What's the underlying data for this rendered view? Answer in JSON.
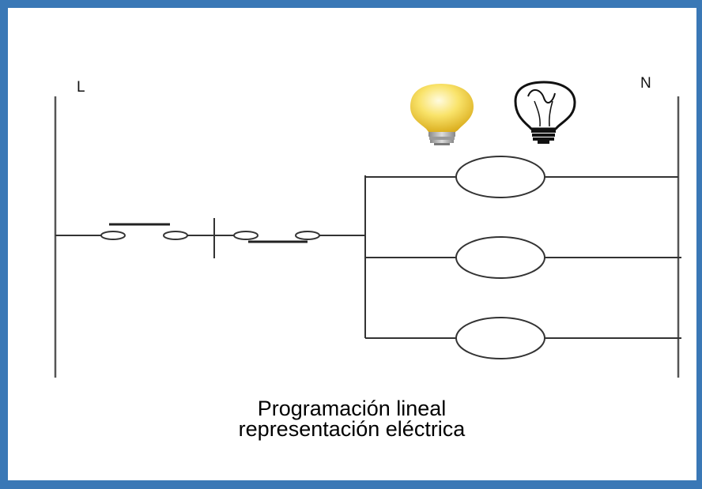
{
  "diagram": {
    "rail_left_label": "L",
    "rail_right_label": "N",
    "caption_line1": "Programación lineal",
    "caption_line2": "representación eléctrica",
    "icons": [
      "lightbulb-on-icon",
      "lightbulb-off-icon"
    ],
    "colors": {
      "frame": "#3a78b6",
      "bulb_on": "#f5d94a",
      "line": "#333333"
    }
  }
}
